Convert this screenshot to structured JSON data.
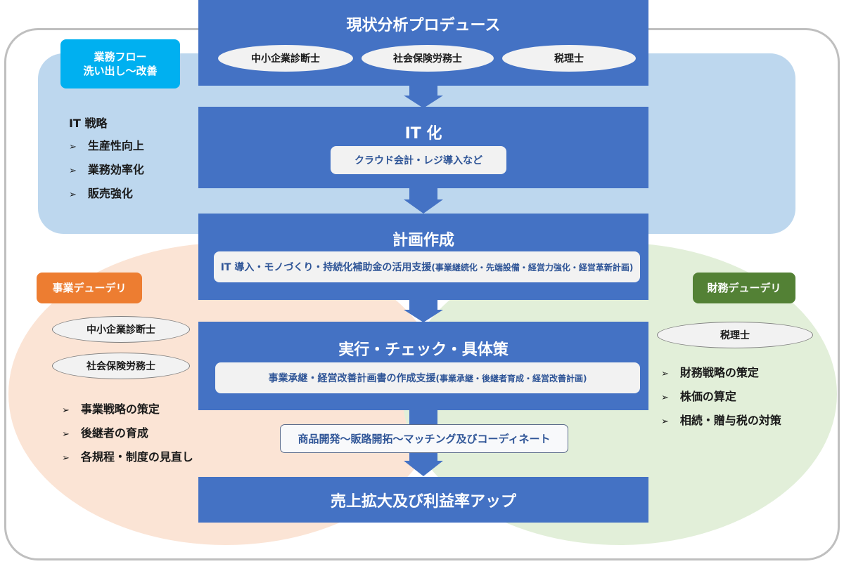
{
  "tags": {
    "flow": [
      "業務フロー",
      "洗い出し～改善"
    ],
    "business_dd": "事業デューデリ",
    "finance_dd": "財務デューデリ"
  },
  "steps": {
    "analysis": {
      "title": "現状分析プロデュース",
      "experts": [
        "中小企業診断士",
        "社会保険労務士",
        "税理士"
      ]
    },
    "it": {
      "title": "IT 化",
      "detail": "クラウド会計・レジ導入など"
    },
    "plan": {
      "title": "計画作成",
      "detail": "IT 導入・モノづくり・持続化補助金の活用支援",
      "detail_small": "(事業継続化・先端設備・経営力強化・経営革新計画)"
    },
    "execute": {
      "title": "実行・チェック・具体策",
      "detail": "事業承継・経営改善計画書の作成支援",
      "detail_small": "(事業承継・後継者育成・経営改善計画)"
    },
    "banner": "商品開発～販路開拓～マッチング及びコーディネート",
    "result": {
      "title": "売上拡大及び利益率アップ"
    }
  },
  "it_strategy": {
    "heading": "IT 戦略",
    "items": [
      "生産性向上",
      "業務効率化",
      "販売強化"
    ]
  },
  "business_side": {
    "experts": [
      "中小企業診断士",
      "社会保険労務士"
    ],
    "items": [
      "事業戦略の策定",
      "後継者の育成",
      "各規程・制度の見直し"
    ]
  },
  "finance_side": {
    "experts": [
      "税理士"
    ],
    "items": [
      "財務戦略の策定",
      "株価の算定",
      "相続・贈与税の対策"
    ]
  },
  "colors": {
    "step_blue": "#4472c4",
    "band_blue": "#bdd7ee",
    "tag_cyan": "#00b0f0",
    "tag_orange": "#ed7d31",
    "tag_green": "#538135",
    "blob_peach": "#fbe4d5",
    "blob_green": "#e2efd9"
  }
}
